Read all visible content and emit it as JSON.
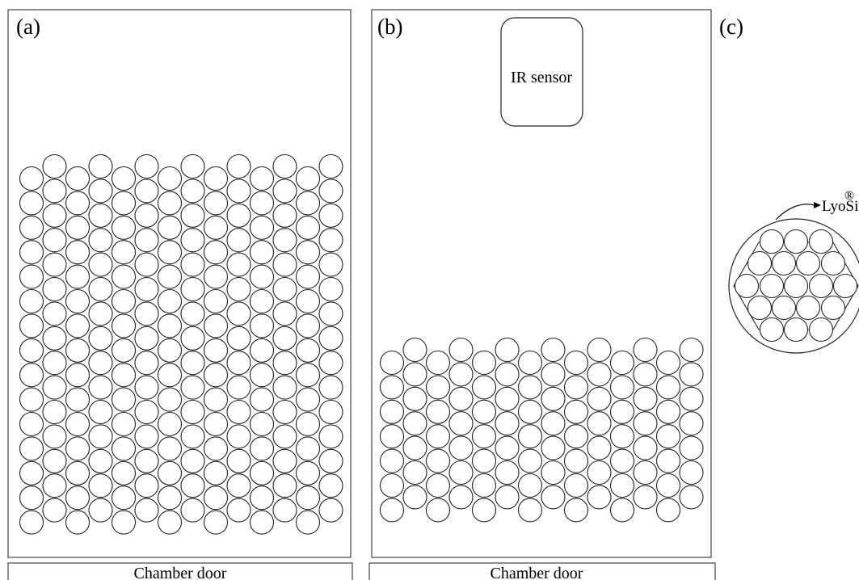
{
  "panels": [
    {
      "label": "(a)",
      "door_label": "Chamber door"
    },
    {
      "label": "(b)",
      "door_label": "Chamber door",
      "sensor_label": "IR sensor"
    },
    {
      "label": "(c)",
      "device_name": "LyoSim",
      "registered_mark": "®"
    }
  ]
}
